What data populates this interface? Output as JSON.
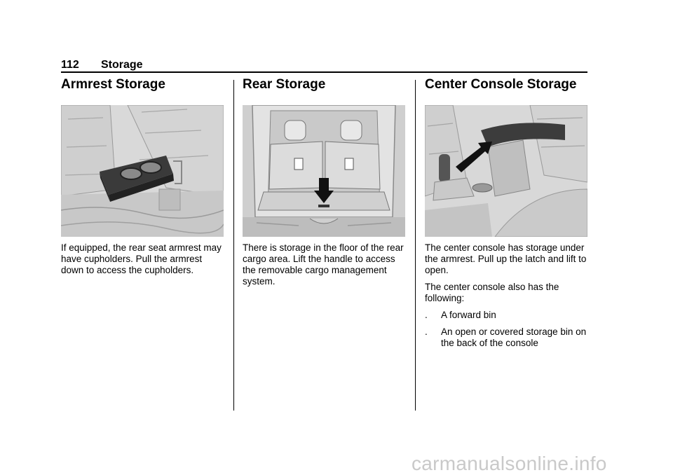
{
  "header": {
    "page_number": "112",
    "section": "Storage"
  },
  "columns": [
    {
      "heading": "Armrest Storage",
      "paragraphs": [
        "If equipped, the rear seat armrest may have cupholders. Pull the armrest down to access the cupholders."
      ]
    },
    {
      "heading": "Rear Storage",
      "paragraphs": [
        "There is storage in the floor of the rear cargo area. Lift the handle to access the removable cargo management system."
      ]
    },
    {
      "heading": "Center Console Storage",
      "paragraphs": [
        "The center console has storage under the armrest. Pull up the latch and lift to open.",
        "The center console also has the following:"
      ],
      "bullets": [
        {
          "mark": ".",
          "text": "A forward bin"
        },
        {
          "mark": ".",
          "text": "An open or covered storage bin on the back of the console"
        }
      ]
    }
  ],
  "watermark": "carmanualsonline.info"
}
